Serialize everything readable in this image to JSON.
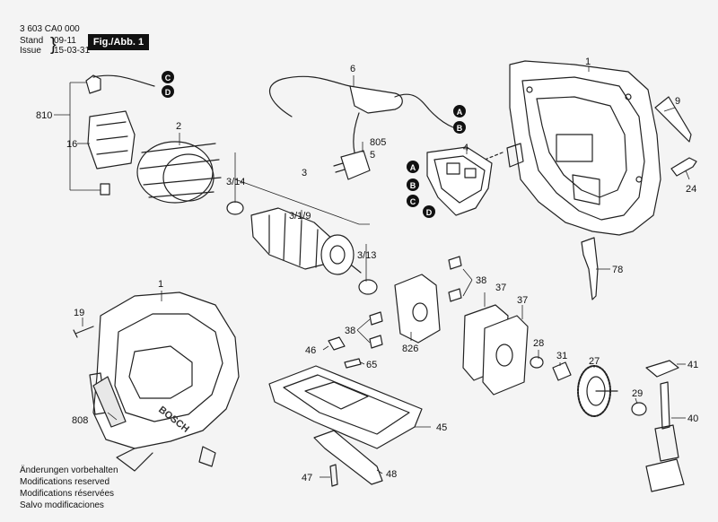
{
  "header": {
    "doc_number": "3 603 CA0 000",
    "stand_label": "Stand",
    "stand_value": "09-11",
    "issue_label": "Issue",
    "issue_value": "15-03-31",
    "figure_label": "Fig./Abb. 1"
  },
  "notes": [
    "Änderungen vorbehalten",
    "Modifications reserved",
    "Modifications réservées",
    "Salvo modificaciones"
  ],
  "callouts": [
    {
      "id": "810",
      "label": "810"
    },
    {
      "id": "16",
      "label": "16"
    },
    {
      "id": "2",
      "label": "2"
    },
    {
      "id": "3_14",
      "label": "3/14"
    },
    {
      "id": "3",
      "label": "3"
    },
    {
      "id": "3_1_9",
      "label": "3/1/9"
    },
    {
      "id": "3_13",
      "label": "3/13"
    },
    {
      "id": "6",
      "label": "6"
    },
    {
      "id": "805",
      "label": "805"
    },
    {
      "id": "5",
      "label": "5"
    },
    {
      "id": "4",
      "label": "4"
    },
    {
      "id": "1a",
      "label": "1"
    },
    {
      "id": "9",
      "label": "9"
    },
    {
      "id": "24",
      "label": "24"
    },
    {
      "id": "78",
      "label": "78"
    },
    {
      "id": "1b",
      "label": "1"
    },
    {
      "id": "19",
      "label": "19"
    },
    {
      "id": "38a",
      "label": "38"
    },
    {
      "id": "38b",
      "label": "38"
    },
    {
      "id": "37a",
      "label": "37"
    },
    {
      "id": "37b",
      "label": "37"
    },
    {
      "id": "826",
      "label": "826"
    },
    {
      "id": "28",
      "label": "28"
    },
    {
      "id": "31",
      "label": "31"
    },
    {
      "id": "27",
      "label": "27"
    },
    {
      "id": "29",
      "label": "29"
    },
    {
      "id": "41",
      "label": "41"
    },
    {
      "id": "40",
      "label": "40"
    },
    {
      "id": "46",
      "label": "46"
    },
    {
      "id": "65",
      "label": "65"
    },
    {
      "id": "45",
      "label": "45"
    },
    {
      "id": "808",
      "label": "808"
    },
    {
      "id": "47",
      "label": "47"
    },
    {
      "id": "48",
      "label": "48"
    }
  ],
  "connectors": [
    {
      "id": "c1",
      "label": "C"
    },
    {
      "id": "d1",
      "label": "D"
    },
    {
      "id": "a1",
      "label": "A"
    },
    {
      "id": "b1",
      "label": "B"
    },
    {
      "id": "a2",
      "label": "A"
    },
    {
      "id": "b2",
      "label": "B"
    },
    {
      "id": "c2",
      "label": "C"
    },
    {
      "id": "d2",
      "label": "D"
    }
  ],
  "brand_mark": "BOSCH"
}
